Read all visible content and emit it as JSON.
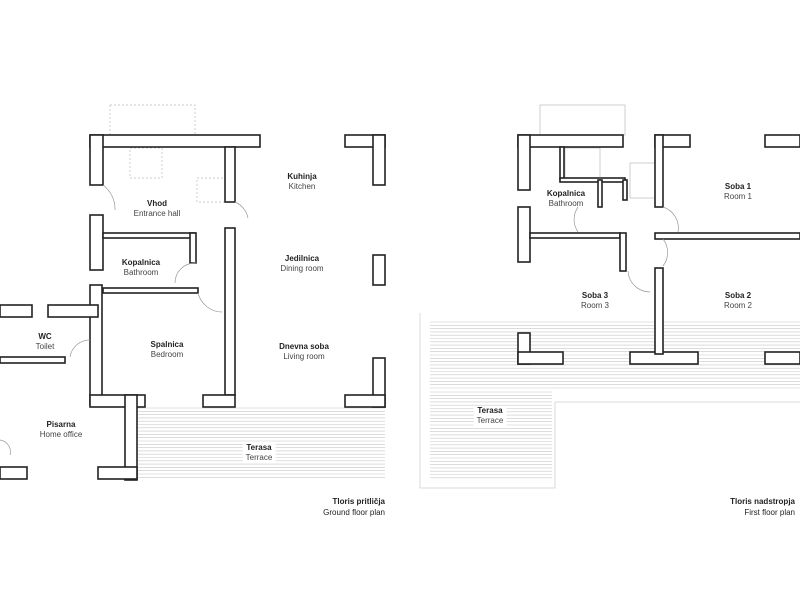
{
  "ground_floor": {
    "caption": {
      "title": "Tloris pritličja",
      "subtitle": "Ground floor plan"
    },
    "rooms": [
      {
        "name": "Vhod",
        "translation": "Entrance hall"
      },
      {
        "name": "Kuhinja",
        "translation": "Kitchen"
      },
      {
        "name": "Kopalnica",
        "translation": "Bathroom"
      },
      {
        "name": "Jedilnica",
        "translation": "Dining room"
      },
      {
        "name": "WC",
        "translation": "Toilet"
      },
      {
        "name": "Spalnica",
        "translation": "Bedroom"
      },
      {
        "name": "Dnevna soba",
        "translation": "Living room"
      },
      {
        "name": "Pisarna",
        "translation": "Home office"
      },
      {
        "name": "Terasa",
        "translation": "Terrace"
      }
    ]
  },
  "first_floor": {
    "caption": {
      "title": "Tloris nadstropja",
      "subtitle": "First floor plan"
    },
    "rooms": [
      {
        "name": "Kopalnica",
        "translation": "Bathroom"
      },
      {
        "name": "Soba 1",
        "translation": "Room 1"
      },
      {
        "name": "Soba 3",
        "translation": "Room 3"
      },
      {
        "name": "Soba 2",
        "translation": "Room 2"
      },
      {
        "name": "Terasa",
        "translation": "Terrace"
      }
    ]
  }
}
